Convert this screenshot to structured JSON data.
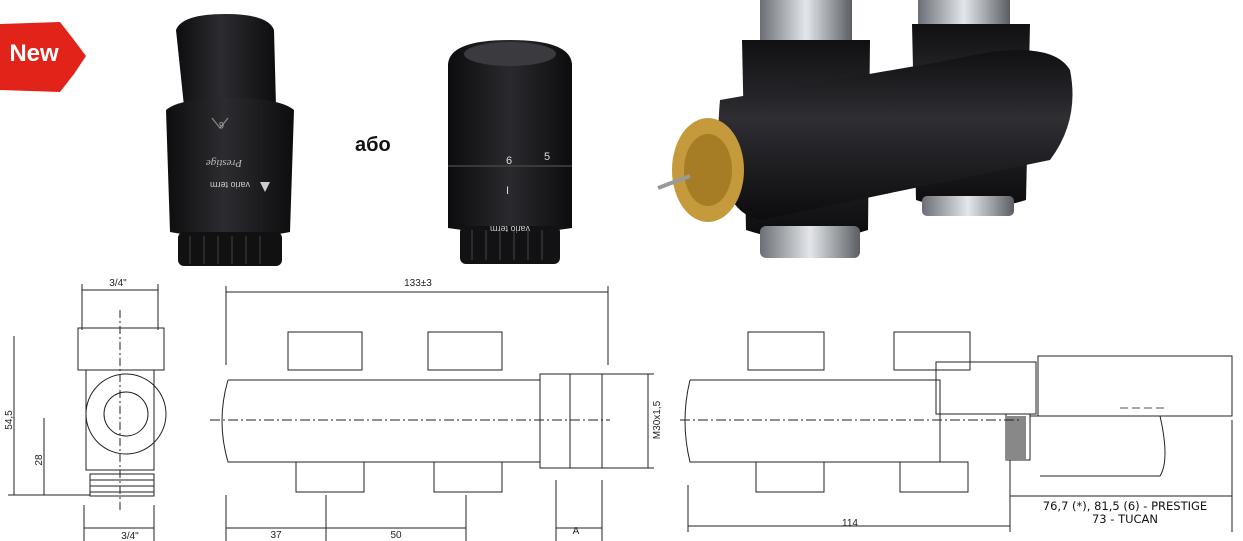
{
  "badge": {
    "label": "New",
    "color": "#e2231a"
  },
  "or_label": "або",
  "heads": {
    "prestige": {
      "brand": "vario term",
      "script": "Prestige",
      "digit": "6"
    },
    "tucan": {
      "brand": "vario term",
      "digit_a": "6",
      "digit_b": "5",
      "mark": "I"
    }
  },
  "drawing_side": {
    "top": "3/4\"",
    "bottom": "3/4\"",
    "height": "54,5",
    "inner": "28"
  },
  "drawing_front": {
    "total": "133±3",
    "a": "37",
    "b": "50",
    "c": "A",
    "thread": "M30x1,5"
  },
  "drawing_section": {
    "len": "114",
    "note_1": "76,7 (*), 81,5 (6) - PRESTIGE",
    "note_2": "73 - TUCAN"
  },
  "colors": {
    "body": "#1c1c1e",
    "brass": "#c49a3c",
    "line": "#222222"
  }
}
